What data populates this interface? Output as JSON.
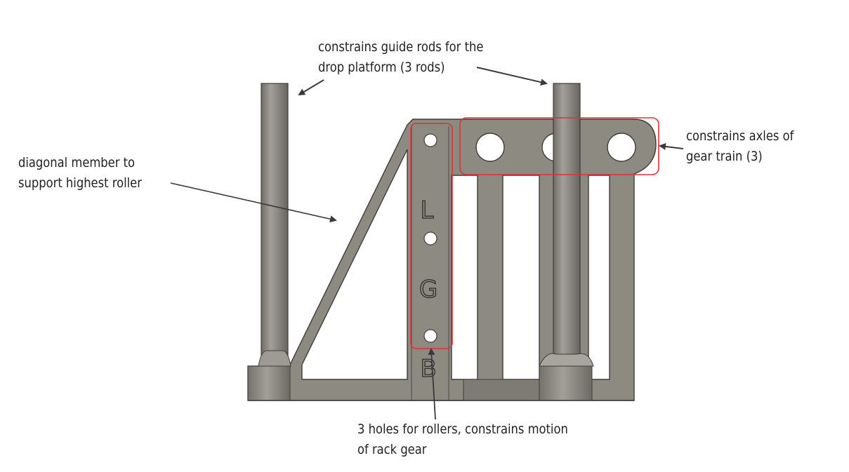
{
  "annotations": {
    "guide_rods": {
      "line1": "constrains guide rods for the",
      "line2": "drop platform (3 rods)"
    },
    "gear_axles": {
      "line1": "constrains axles of",
      "line2": "gear train (3)"
    },
    "diagonal_member": {
      "line1": "diagonal member to",
      "line2": "support highest roller"
    },
    "roller_holes": {
      "line1": "3 holes for rollers, constrains motion",
      "line2": "of rack gear"
    }
  },
  "engraved_letters": {
    "top": "L",
    "middle": "G",
    "bottom": "B"
  },
  "colors": {
    "part_fill": "#8d8a82",
    "part_edge": "#3f3d39",
    "rod_fill": "#8a8780",
    "highlight_box": "#e0303a",
    "arrow": "#3a3a3a",
    "text": "#1f1f1f",
    "background": "#ffffff"
  }
}
